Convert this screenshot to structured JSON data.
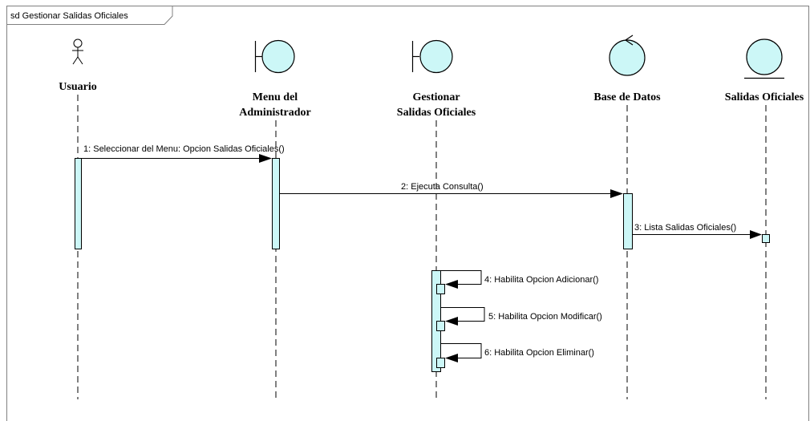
{
  "frame": {
    "title": "sd Gestionar Salidas Oficiales"
  },
  "colors": {
    "fill": "#ccf7f7",
    "stroke": "#000000",
    "frame": "#7a7a7a",
    "lifeline": "#000000"
  },
  "lifelines": [
    {
      "id": "usuario",
      "kind": "actor",
      "name_lines": [
        "Usuario"
      ]
    },
    {
      "id": "menu",
      "kind": "boundary",
      "name_lines": [
        "Menu del",
        "Administrador"
      ]
    },
    {
      "id": "gestionar",
      "kind": "boundary",
      "name_lines": [
        "Gestionar",
        "Salidas Oficiales"
      ]
    },
    {
      "id": "bd",
      "kind": "control",
      "name_lines": [
        "Base de Datos"
      ]
    },
    {
      "id": "salidas",
      "kind": "entity",
      "name_lines": [
        "Salidas Oficiales"
      ]
    }
  ],
  "messages": [
    {
      "label": "1: Seleccionar del Menu: Opcion Salidas Oficiales()",
      "from": "usuario",
      "to": "menu"
    },
    {
      "label": "2: Ejecuta Consulta()",
      "from": "menu",
      "to": "bd"
    },
    {
      "label": "3: Lista Salidas Oficiales()",
      "from": "bd",
      "to": "salidas"
    },
    {
      "label": "4: Habilita Opcion Adicionar()",
      "from": "gestionar",
      "to": "gestionar"
    },
    {
      "label": "5: Habilita Opcion Modificar()",
      "from": "gestionar",
      "to": "gestionar"
    },
    {
      "label": "6: Habilita Opcion Eliminar()",
      "from": "gestionar",
      "to": "gestionar"
    }
  ]
}
